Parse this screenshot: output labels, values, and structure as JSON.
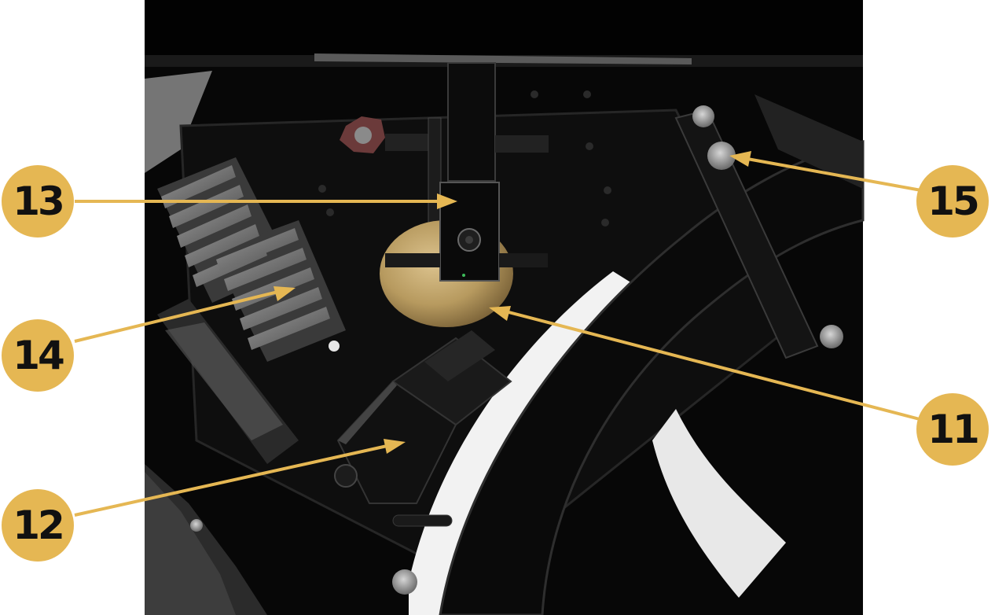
{
  "colors": {
    "callout": "#e5b753",
    "label_text": "#111111",
    "background": "#ffffff",
    "enclosure": "#070707"
  },
  "callouts": [
    {
      "id": "13",
      "label": "13"
    },
    {
      "id": "14",
      "label": "14"
    },
    {
      "id": "12",
      "label": "12"
    },
    {
      "id": "11",
      "label": "11"
    },
    {
      "id": "15",
      "label": "15"
    }
  ],
  "parts": {
    "p11": "brass-cylinder",
    "p12": "connector-block",
    "p13": "mounting-bracket",
    "p14": "heatsink",
    "p15": "screw-stud"
  }
}
